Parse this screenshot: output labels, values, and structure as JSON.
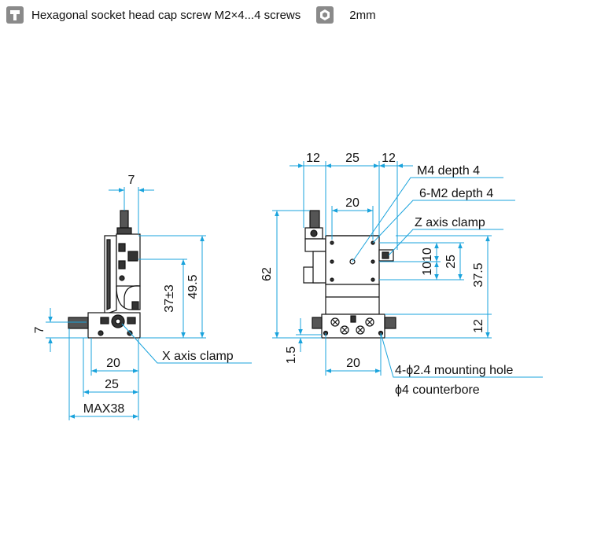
{
  "legend": {
    "screw_icon": "socket-screw-icon",
    "screw_text": "Hexagonal socket head cap screw M2×4...4 screws",
    "hex_icon": "hex-key-icon",
    "hex_text": "2mm"
  },
  "colors": {
    "dimension_line": "#1aa3dc",
    "part_outline": "#111111",
    "part_dark": "#3b3b3b",
    "legend_icon_bg": "#8a8a8a"
  },
  "left_view": {
    "dim_top": "7",
    "dim_height_37": "37±3",
    "dim_height_49": "49.5",
    "dim_side": "7",
    "dim_20": "20",
    "dim_25": "25",
    "dim_max": "MAX38",
    "label_x_clamp": "X axis clamp"
  },
  "right_view": {
    "dim_12a": "12",
    "dim_25_top": "25",
    "dim_12b": "12",
    "dim_20_top": "20",
    "dim_62": "62",
    "dim_1010": "1010",
    "dim_25_side": "25",
    "dim_37_5": "37.5",
    "dim_12_side": "12",
    "dim_1_5": "1.5",
    "dim_20_bottom": "20",
    "label_m4": "M4 depth 4",
    "label_m2": "6-M2 depth 4",
    "label_z_clamp": "Z axis clamp",
    "label_mount": "4-ϕ2.4 mounting hole",
    "label_counterbore": "ϕ4 counterbore"
  }
}
